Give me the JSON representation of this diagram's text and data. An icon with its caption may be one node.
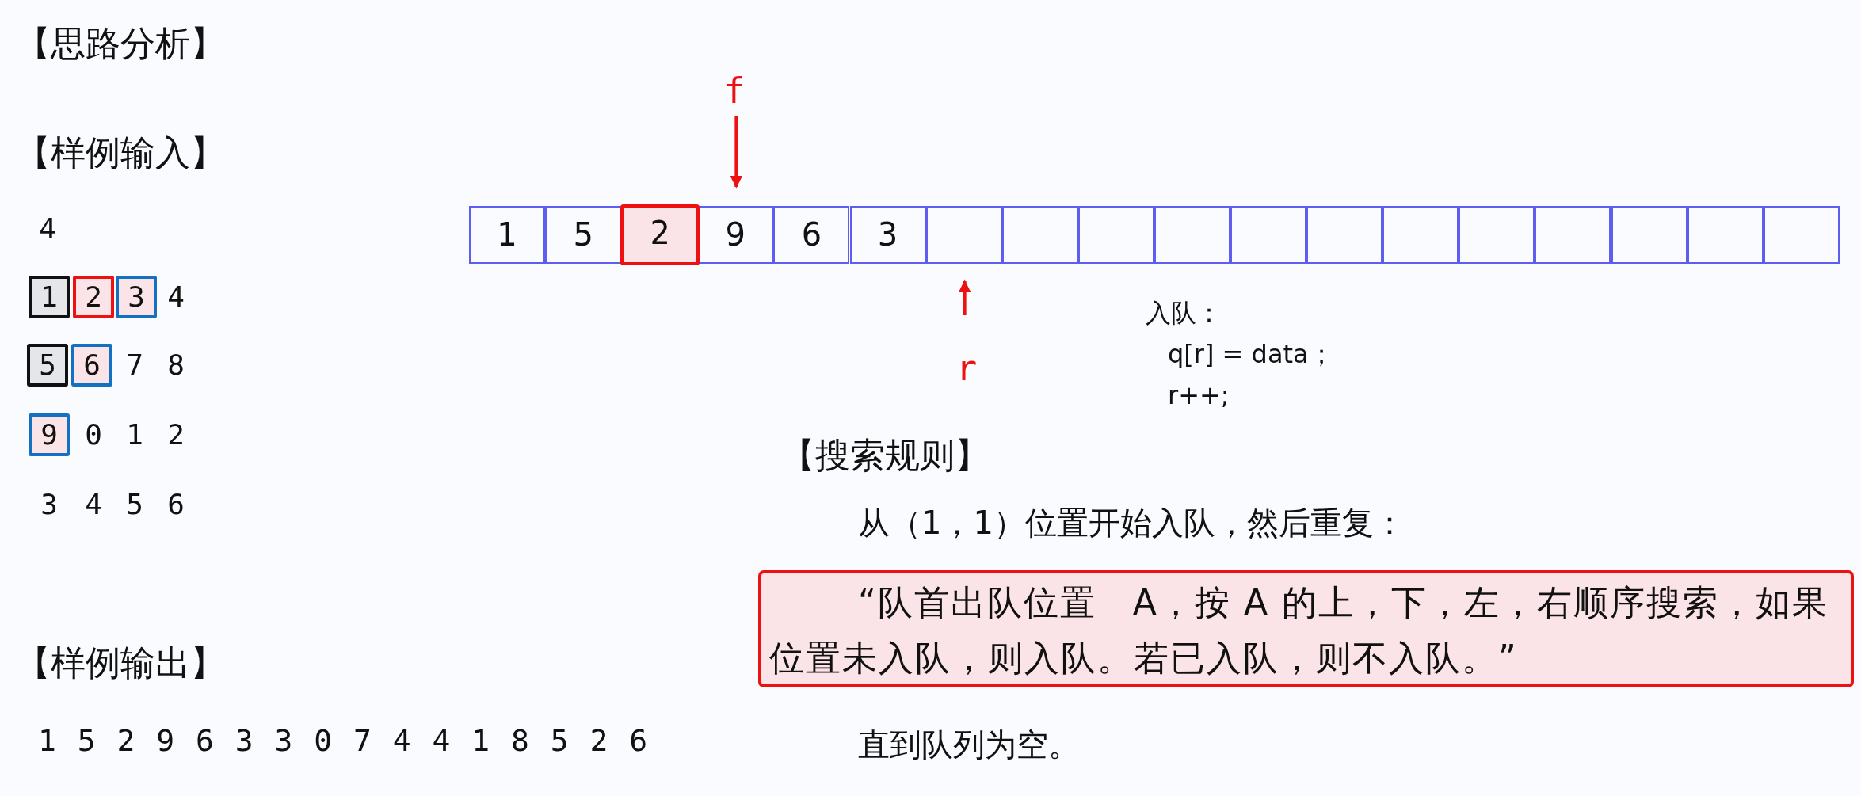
{
  "diagram": {
    "nodes": [
      {
        "text": [
          "f"
        ]
      },
      {
        "text": [
          "r"
        ]
      },
      {
        "text": [
          "1"
        ]
      },
      {
        "text": [
          "5"
        ]
      },
      {
        "text": [
          "2"
        ]
      },
      {
        "text": [
          "9"
        ]
      },
      {
        "text": [
          "6"
        ]
      },
      {
        "text": [
          "3"
        ]
      },
      {
        "text": [],
        "shape": "box"
      },
      {
        "text": [],
        "shape": "box"
      },
      {
        "text": [],
        "shape": "box"
      },
      {
        "text": [],
        "shape": "box"
      },
      {
        "text": [],
        "shape": "box"
      },
      {
        "text": [],
        "shape": "box"
      },
      {
        "text": [],
        "shape": "box"
      },
      {
        "text": [],
        "shape": "box"
      },
      {
        "text": [],
        "shape": "box"
      },
      {
        "text": [],
        "shape": "box"
      },
      {
        "text": [],
        "shape": "box"
      },
      {
        "text": [],
        "shape": "box"
      },
      {
        "text": [
          "1"
        ]
      },
      {
        "text": [
          "2"
        ]
      },
      {
        "text": [
          "3"
        ]
      },
      {
        "text": [
          "5"
        ]
      },
      {
        "text": [
          "6"
        ]
      },
      {
        "text": [
          "9"
        ]
      },
      {
        "text": [
          "“队首出队位置　A，按 A 的上，下，左，右顺序搜索，如果位置未入队，则入队。若已入队，则不入队。”"
        ]
      }
    ],
    "edges": [
      {
        "from": 0,
        "to": 5,
        "arrow": "to"
      },
      {
        "from": 1,
        "to": 8,
        "arrow": "to"
      }
    ],
    "labels": [
      "【思路分析】",
      "【样例输入】",
      "4",
      "4",
      "7",
      "8",
      "0",
      "1",
      "2",
      "3",
      "4",
      "5",
      "6",
      "入队：",
      "q[r] = data；",
      "r++;",
      "【搜索规则】",
      "从（1，1）位置开始入队，然后重复：",
      "【样例输出】",
      "1 5 2 9 6 3 3 0 7 4 4 1 8 5 2 6",
      "直到队列为空。"
    ]
  }
}
